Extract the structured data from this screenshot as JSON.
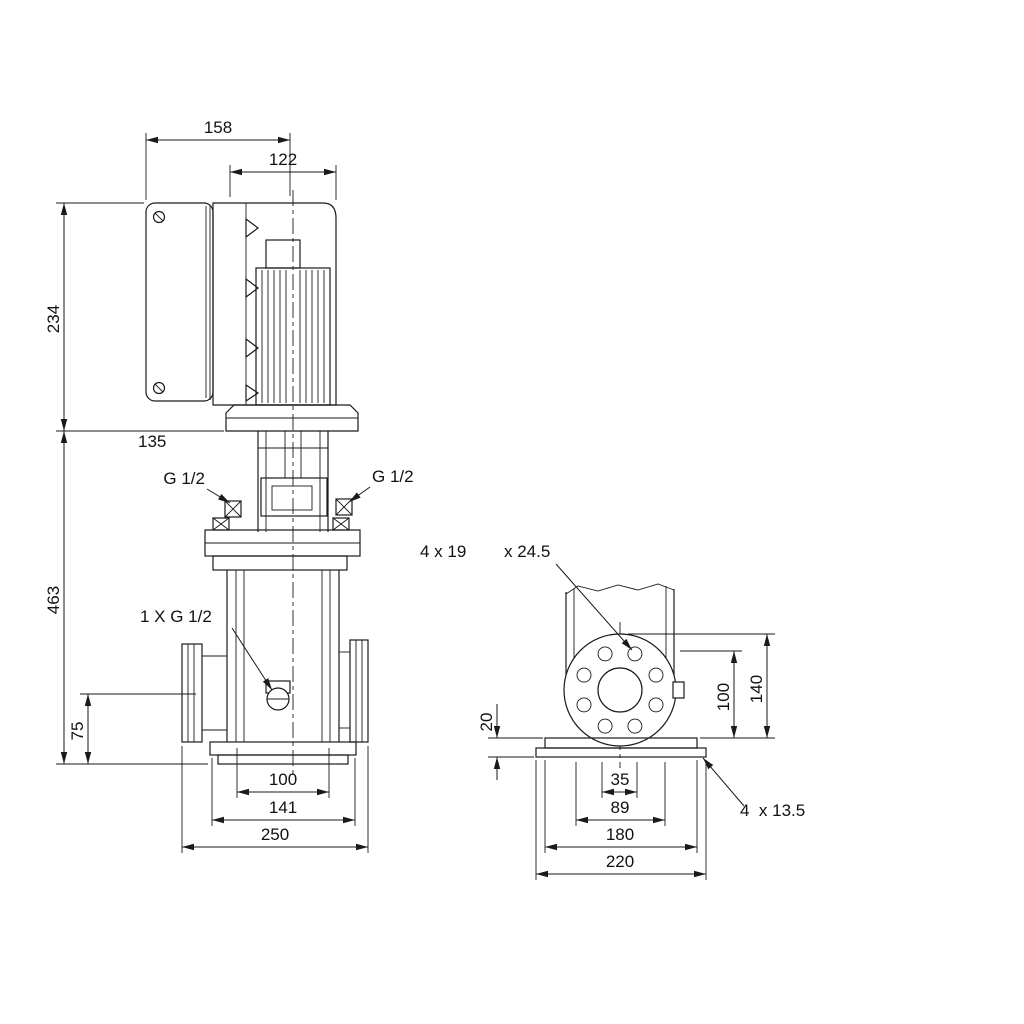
{
  "drawing": {
    "type": "pump-dimensional-drawing",
    "colors": {
      "line": "#1a1a1a",
      "background": "#ffffff"
    },
    "side_view": {
      "dim_158": "158",
      "dim_122": "122",
      "dim_234": "234",
      "dim_135": "135",
      "dim_463": "463",
      "dim_75": "75",
      "dim_100": "100",
      "dim_141": "141",
      "dim_250": "250",
      "port_left_label": "G 1/2",
      "port_right_label": "G 1/2",
      "drain_label": "1 X G 1/2"
    },
    "end_view": {
      "bolt_note_part1": "4 x 19",
      "bolt_note_part2": "x 24.5",
      "dim_20": "20",
      "dim_100": "100",
      "dim_140": "140",
      "dim_35": "35",
      "dim_89": "89",
      "dim_180": "180",
      "dim_220": "220",
      "base_hole_note": "4  x 13.5"
    }
  }
}
